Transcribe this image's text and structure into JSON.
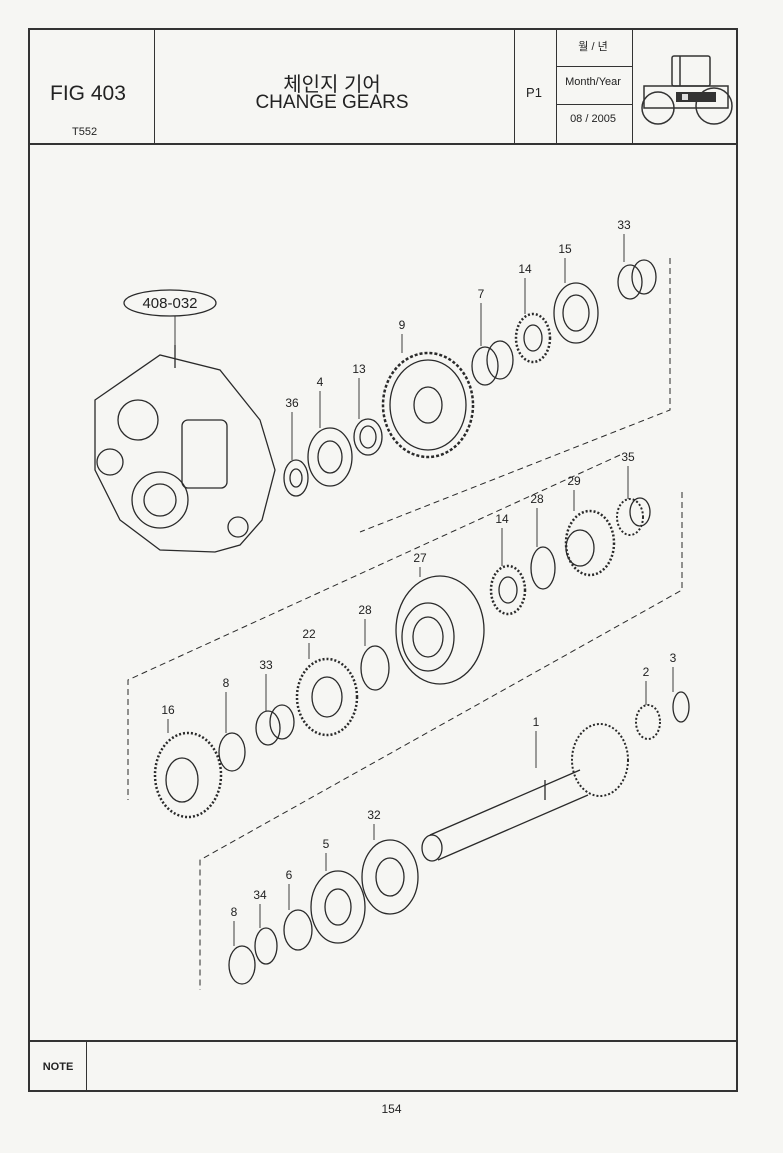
{
  "header": {
    "fig": "FIG 403",
    "model": "T552",
    "title_kr": "체인지 기어",
    "title_en": "CHANGE GEARS",
    "page_code": "P1",
    "month_year_kr": "월 / 년",
    "month_year_label": "Month/Year",
    "date": "08 / 2005"
  },
  "ref_label": "408-032",
  "parts": {
    "p33a": "33",
    "p15": "15",
    "p14a": "14",
    "p7": "7",
    "p9": "9",
    "p13": "13",
    "p4": "4",
    "p36": "36",
    "p35": "35",
    "p29": "29",
    "p28a": "28",
    "p14b": "14",
    "p27": "27",
    "p28b": "28",
    "p22": "22",
    "p33b": "33",
    "p8a": "8",
    "p16": "16",
    "p2": "2",
    "p3": "3",
    "p1": "1",
    "p32": "32",
    "p5": "5",
    "p6": "6",
    "p34": "34",
    "p8b": "8"
  },
  "note_label": "NOTE",
  "page_number": "154"
}
